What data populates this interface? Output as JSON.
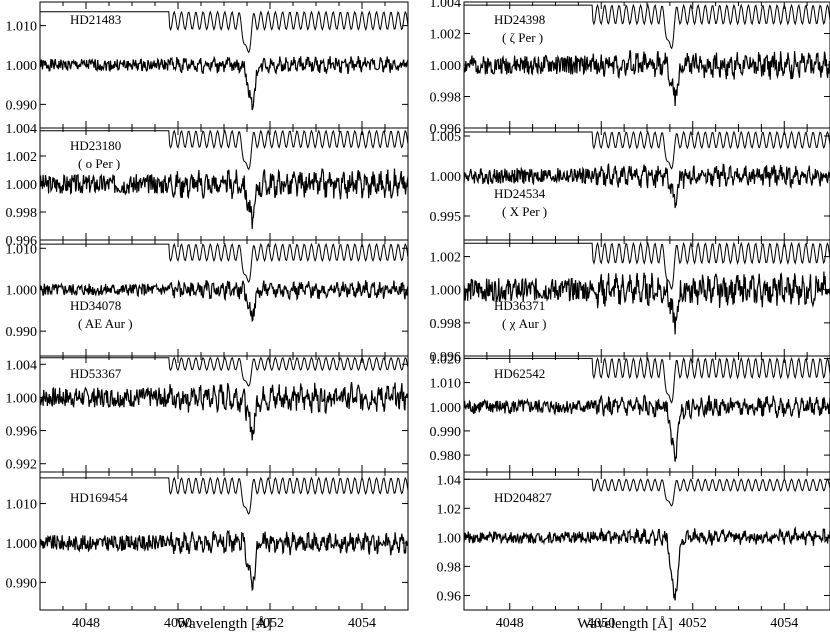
{
  "figure": {
    "xlabel": "Wavelength [Å]",
    "x_ticks": [
      "4048",
      "4050",
      "4052",
      "4054"
    ]
  },
  "chart_data": [
    {
      "type": "line",
      "title": "HD21483",
      "subtitle": "",
      "xlim": [
        4047,
        4055
      ],
      "ylim": [
        0.984,
        1.016
      ],
      "y_ticks": [
        "0.990",
        "1.000",
        "1.010"
      ],
      "model": {
        "continuum": 1.0135,
        "depth": 0.0045
      },
      "observed": {
        "level": 1.0,
        "noise": 0.0015,
        "dip": 0.01
      }
    },
    {
      "type": "line",
      "title": "HD24398",
      "subtitle": "( ζ Per )",
      "xlim": [
        4047,
        4055
      ],
      "ylim": [
        0.996,
        1.004
      ],
      "y_ticks": [
        "0.996",
        "0.998",
        "1.000",
        "1.002",
        "1.004"
      ],
      "model": {
        "continuum": 1.0038,
        "depth": 0.0012
      },
      "observed": {
        "level": 1.0,
        "noise": 0.0006,
        "dip": 0.002
      }
    },
    {
      "type": "line",
      "title": "HD23180",
      "subtitle": "( o Per )",
      "xlim": [
        4047,
        4055
      ],
      "ylim": [
        0.996,
        1.004
      ],
      "y_ticks": [
        "0.996",
        "0.998",
        "1.000",
        "1.002",
        "1.004"
      ],
      "model": {
        "continuum": 1.0038,
        "depth": 0.0012
      },
      "observed": {
        "level": 1.0,
        "noise": 0.0007,
        "dip": 0.0025
      }
    },
    {
      "type": "line",
      "title": "HD24534",
      "subtitle": "( X Per )",
      "xlim": [
        4047,
        4055
      ],
      "ylim": [
        0.992,
        1.006
      ],
      "y_ticks": [
        "0.995",
        "1.000",
        "1.005"
      ],
      "model": {
        "continuum": 1.0055,
        "depth": 0.002
      },
      "observed": {
        "level": 1.0,
        "noise": 0.001,
        "dip": 0.003
      }
    },
    {
      "type": "line",
      "title": "HD34078",
      "subtitle": "( AE Aur )",
      "xlim": [
        4047,
        4055
      ],
      "ylim": [
        0.984,
        1.012
      ],
      "y_ticks": [
        "0.990",
        "1.000",
        "1.010"
      ],
      "model": {
        "continuum": 1.011,
        "depth": 0.004
      },
      "observed": {
        "level": 1.0,
        "noise": 0.0015,
        "dip": 0.006
      }
    },
    {
      "type": "line",
      "title": "HD36371",
      "subtitle": "( χ  Aur )",
      "xlim": [
        4047,
        4055
      ],
      "ylim": [
        0.996,
        1.003
      ],
      "y_ticks": [
        "0.996",
        "0.998",
        "1.000",
        "1.002"
      ],
      "model": {
        "continuum": 1.0028,
        "depth": 0.0012
      },
      "observed": {
        "level": 1.0,
        "noise": 0.0007,
        "dip": 0.002
      }
    },
    {
      "type": "line",
      "title": "HD53367",
      "subtitle": "",
      "xlim": [
        4047,
        4055
      ],
      "ylim": [
        0.991,
        1.005
      ],
      "y_ticks": [
        "0.992",
        "0.996",
        "1.000",
        "1.004"
      ],
      "model": {
        "continuum": 1.0048,
        "depth": 0.0015
      },
      "observed": {
        "level": 1.0,
        "noise": 0.0012,
        "dip": 0.004
      }
    },
    {
      "type": "line",
      "title": "HD62542",
      "subtitle": "",
      "xlim": [
        4047,
        4055
      ],
      "ylim": [
        0.973,
        1.021
      ],
      "y_ticks": [
        "0.980",
        "0.990",
        "1.000",
        "1.010",
        "1.020"
      ],
      "model": {
        "continuum": 1.02,
        "depth": 0.008
      },
      "observed": {
        "level": 1.0,
        "noise": 0.003,
        "dip": 0.02
      }
    },
    {
      "type": "line",
      "title": "HD169454",
      "subtitle": "",
      "xlim": [
        4047,
        4055
      ],
      "ylim": [
        0.983,
        1.018
      ],
      "y_ticks": [
        "0.990",
        "1.000",
        "1.010"
      ],
      "model": {
        "continuum": 1.0165,
        "depth": 0.004
      },
      "observed": {
        "level": 1.0,
        "noise": 0.002,
        "dip": 0.01
      }
    },
    {
      "type": "line",
      "title": "HD204827",
      "subtitle": "",
      "xlim": [
        4047,
        4055
      ],
      "ylim": [
        0.95,
        1.045
      ],
      "y_ticks": [
        "0.96",
        "0.98",
        "1.00",
        "1.02",
        "1.04"
      ],
      "model": {
        "continuum": 1.04,
        "depth": 0.008
      },
      "observed": {
        "level": 1.0,
        "noise": 0.004,
        "dip": 0.04
      }
    }
  ]
}
